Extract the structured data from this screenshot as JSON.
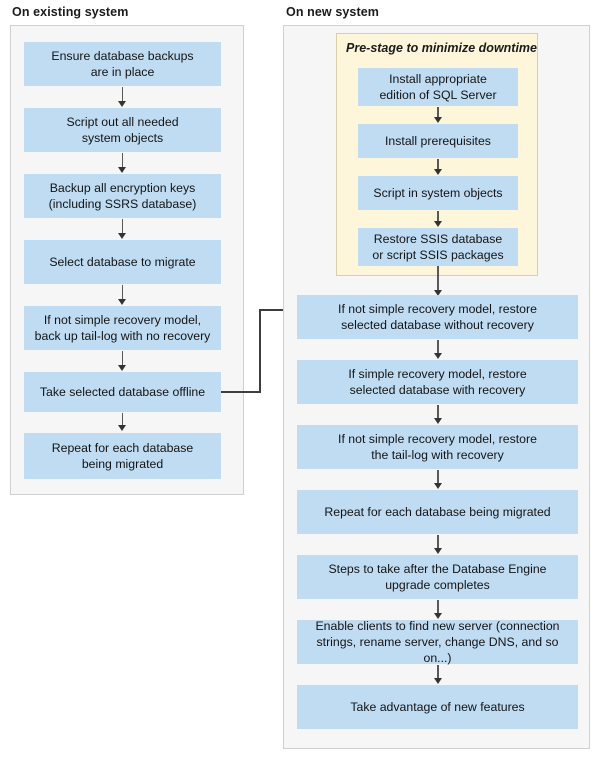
{
  "columns": {
    "left": {
      "title": "On existing system",
      "nodes": [
        {
          "id": "ensure-backups",
          "lines": [
            "Ensure database backups",
            "are in place"
          ]
        },
        {
          "id": "script-out-objects",
          "lines": [
            "Script out all needed",
            "system objects"
          ]
        },
        {
          "id": "backup-keys",
          "lines": [
            "Backup all encryption keys",
            "(including SSRS database)"
          ]
        },
        {
          "id": "select-database",
          "lines": [
            "Select database to migrate"
          ]
        },
        {
          "id": "backup-tail-log",
          "lines": [
            "If not simple recovery model,",
            "back up tail-log with no recovery"
          ]
        },
        {
          "id": "take-offline",
          "lines": [
            "Take selected database offline"
          ]
        },
        {
          "id": "repeat-each-db",
          "lines": [
            "Repeat for each database",
            "being migrated"
          ]
        }
      ]
    },
    "right": {
      "title": "On new system",
      "prestage": {
        "label": "Pre-stage to minimize downtime",
        "nodes": [
          {
            "id": "install-sql-server",
            "lines": [
              "Install appropriate",
              "edition of SQL Server"
            ]
          },
          {
            "id": "install-prereqs",
            "lines": [
              "Install prerequisites"
            ]
          },
          {
            "id": "script-in-objects",
            "lines": [
              "Script in system objects"
            ]
          },
          {
            "id": "restore-ssis",
            "lines": [
              "Restore SSIS database",
              "or script SSIS packages"
            ]
          }
        ]
      },
      "nodes": [
        {
          "id": "restore-without-recovery",
          "lines": [
            "If not simple recovery model, restore",
            "selected database without recovery"
          ]
        },
        {
          "id": "restore-with-recovery",
          "lines": [
            "If simple recovery model, restore",
            "selected database with recovery"
          ]
        },
        {
          "id": "restore-tail-log",
          "lines": [
            "If not simple recovery model, restore",
            "the tail-log with recovery"
          ]
        },
        {
          "id": "repeat-each-db-new",
          "lines": [
            "Repeat for each database being migrated"
          ]
        },
        {
          "id": "post-upgrade-steps",
          "lines": [
            "Steps to take after the Database Engine",
            "upgrade completes"
          ]
        },
        {
          "id": "enable-clients",
          "lines": [
            "Enable clients to find new server (connection",
            "strings, rename server, change DNS, and so on...)"
          ]
        },
        {
          "id": "new-features",
          "lines": [
            "Take advantage of new features"
          ]
        }
      ]
    }
  },
  "colors": {
    "node_fill": "#bfdcf2",
    "panel_fill": "#f6f6f6",
    "panel_border": "#cfcfcf",
    "prestage_fill": "#fdf6da",
    "prestage_border": "#d6cfa8",
    "arrow": "#3d3d3d",
    "text": "#141414"
  },
  "chart_data": {
    "type": "diagram",
    "title": "SQL Server migration / upgrade flow",
    "swimlanes": [
      "On existing system",
      "On new system"
    ],
    "edges": [
      {
        "from": "ensure-backups",
        "to": "script-out-objects"
      },
      {
        "from": "script-out-objects",
        "to": "backup-keys"
      },
      {
        "from": "backup-keys",
        "to": "select-database"
      },
      {
        "from": "select-database",
        "to": "backup-tail-log"
      },
      {
        "from": "backup-tail-log",
        "to": "take-offline"
      },
      {
        "from": "take-offline",
        "to": "repeat-each-db"
      },
      {
        "from": "take-offline",
        "to": "restore-without-recovery"
      },
      {
        "from": "install-sql-server",
        "to": "install-prereqs"
      },
      {
        "from": "install-prereqs",
        "to": "script-in-objects"
      },
      {
        "from": "script-in-objects",
        "to": "restore-ssis"
      },
      {
        "from": "restore-ssis",
        "to": "restore-without-recovery"
      },
      {
        "from": "restore-without-recovery",
        "to": "restore-with-recovery"
      },
      {
        "from": "restore-with-recovery",
        "to": "restore-tail-log"
      },
      {
        "from": "restore-tail-log",
        "to": "repeat-each-db-new"
      },
      {
        "from": "repeat-each-db-new",
        "to": "post-upgrade-steps"
      },
      {
        "from": "post-upgrade-steps",
        "to": "enable-clients"
      },
      {
        "from": "enable-clients",
        "to": "new-features"
      }
    ]
  }
}
